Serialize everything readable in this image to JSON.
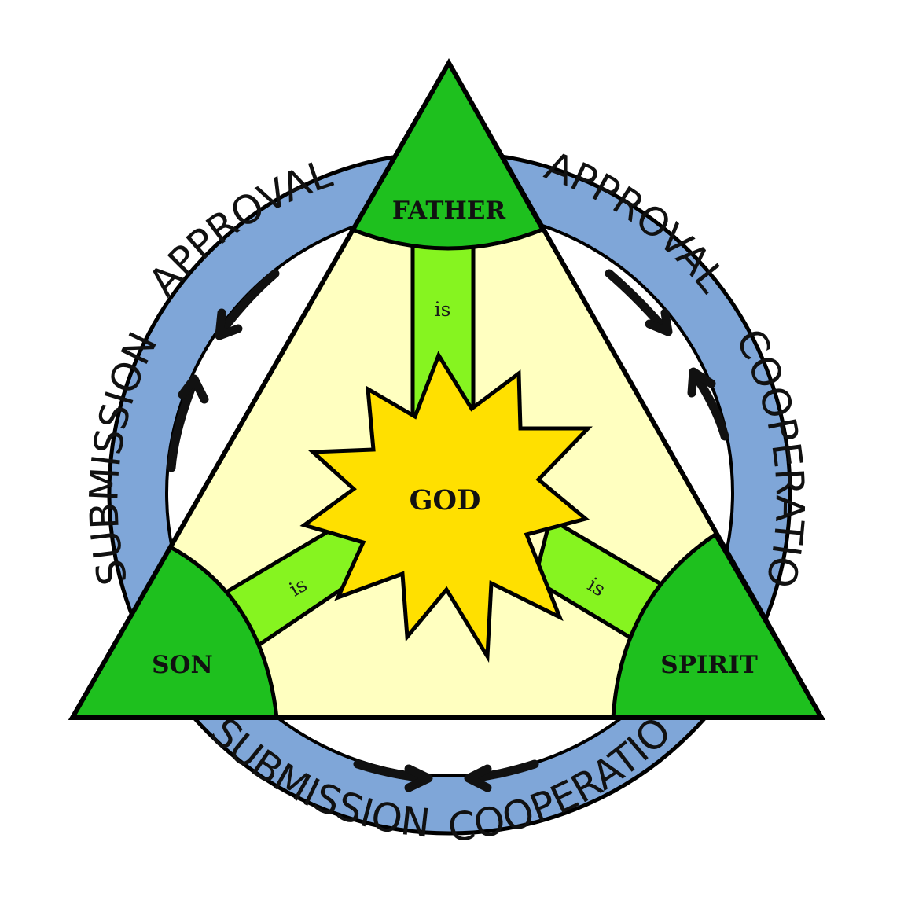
{
  "colors": {
    "ring": "#7fa6d8",
    "inner_triangle": "#ffffc0",
    "corner_green": "#1ec01e",
    "connector_green": "#86f420",
    "star": "#ffe000",
    "outline": "#000000"
  },
  "ring_words": {
    "approval_left": "APPROVAL",
    "approval_right": "APPROVAL",
    "submission_left": "SUBMISSION",
    "submission_bottom": "SUBMISSION",
    "cooperation_right": "COOPERATION",
    "cooperation_bottom": "COOPERATION"
  },
  "nodes": {
    "father": "FATHER",
    "son": "SON",
    "spirit": "SPIRIT",
    "center": "GOD"
  },
  "connectors": {
    "father_link": "is",
    "son_link": "is",
    "spirit_link": "is"
  }
}
